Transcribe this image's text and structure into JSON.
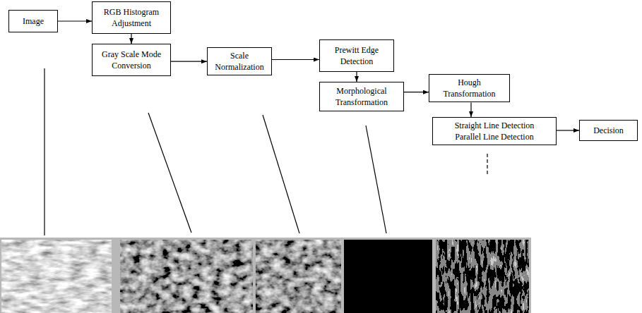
{
  "diagram": {
    "nodes": [
      {
        "text": [
          "Image"
        ]
      },
      {
        "text": [
          "RGB Histogram Adjustment"
        ]
      },
      {
        "text": [
          "Gray Scale Mode Conversion"
        ]
      },
      {
        "text": [
          "Scale Normalization"
        ]
      },
      {
        "text": [
          "Prewitt Edge Detection"
        ]
      },
      {
        "text": [
          "Morphological Transformation"
        ]
      },
      {
        "text": [
          "Hough Transformation"
        ]
      },
      {
        "text": [
          "Straight Line Detection",
          "Parallel Line Detection"
        ]
      },
      {
        "text": [
          "Decision"
        ]
      }
    ],
    "edges": [
      {
        "from": 0,
        "to": 1,
        "arrow": "to"
      },
      {
        "from": 1,
        "to": 2,
        "arrow": "to"
      },
      {
        "from": 2,
        "to": 3,
        "arrow": "to"
      },
      {
        "from": 3,
        "to": 4,
        "arrow": "to"
      },
      {
        "from": 4,
        "to": 5,
        "arrow": "to"
      },
      {
        "from": 5,
        "to": 6,
        "arrow": "to"
      },
      {
        "from": 6,
        "to": 7,
        "arrow": "to"
      },
      {
        "from": 7,
        "to": 8,
        "arrow": "to"
      }
    ]
  }
}
